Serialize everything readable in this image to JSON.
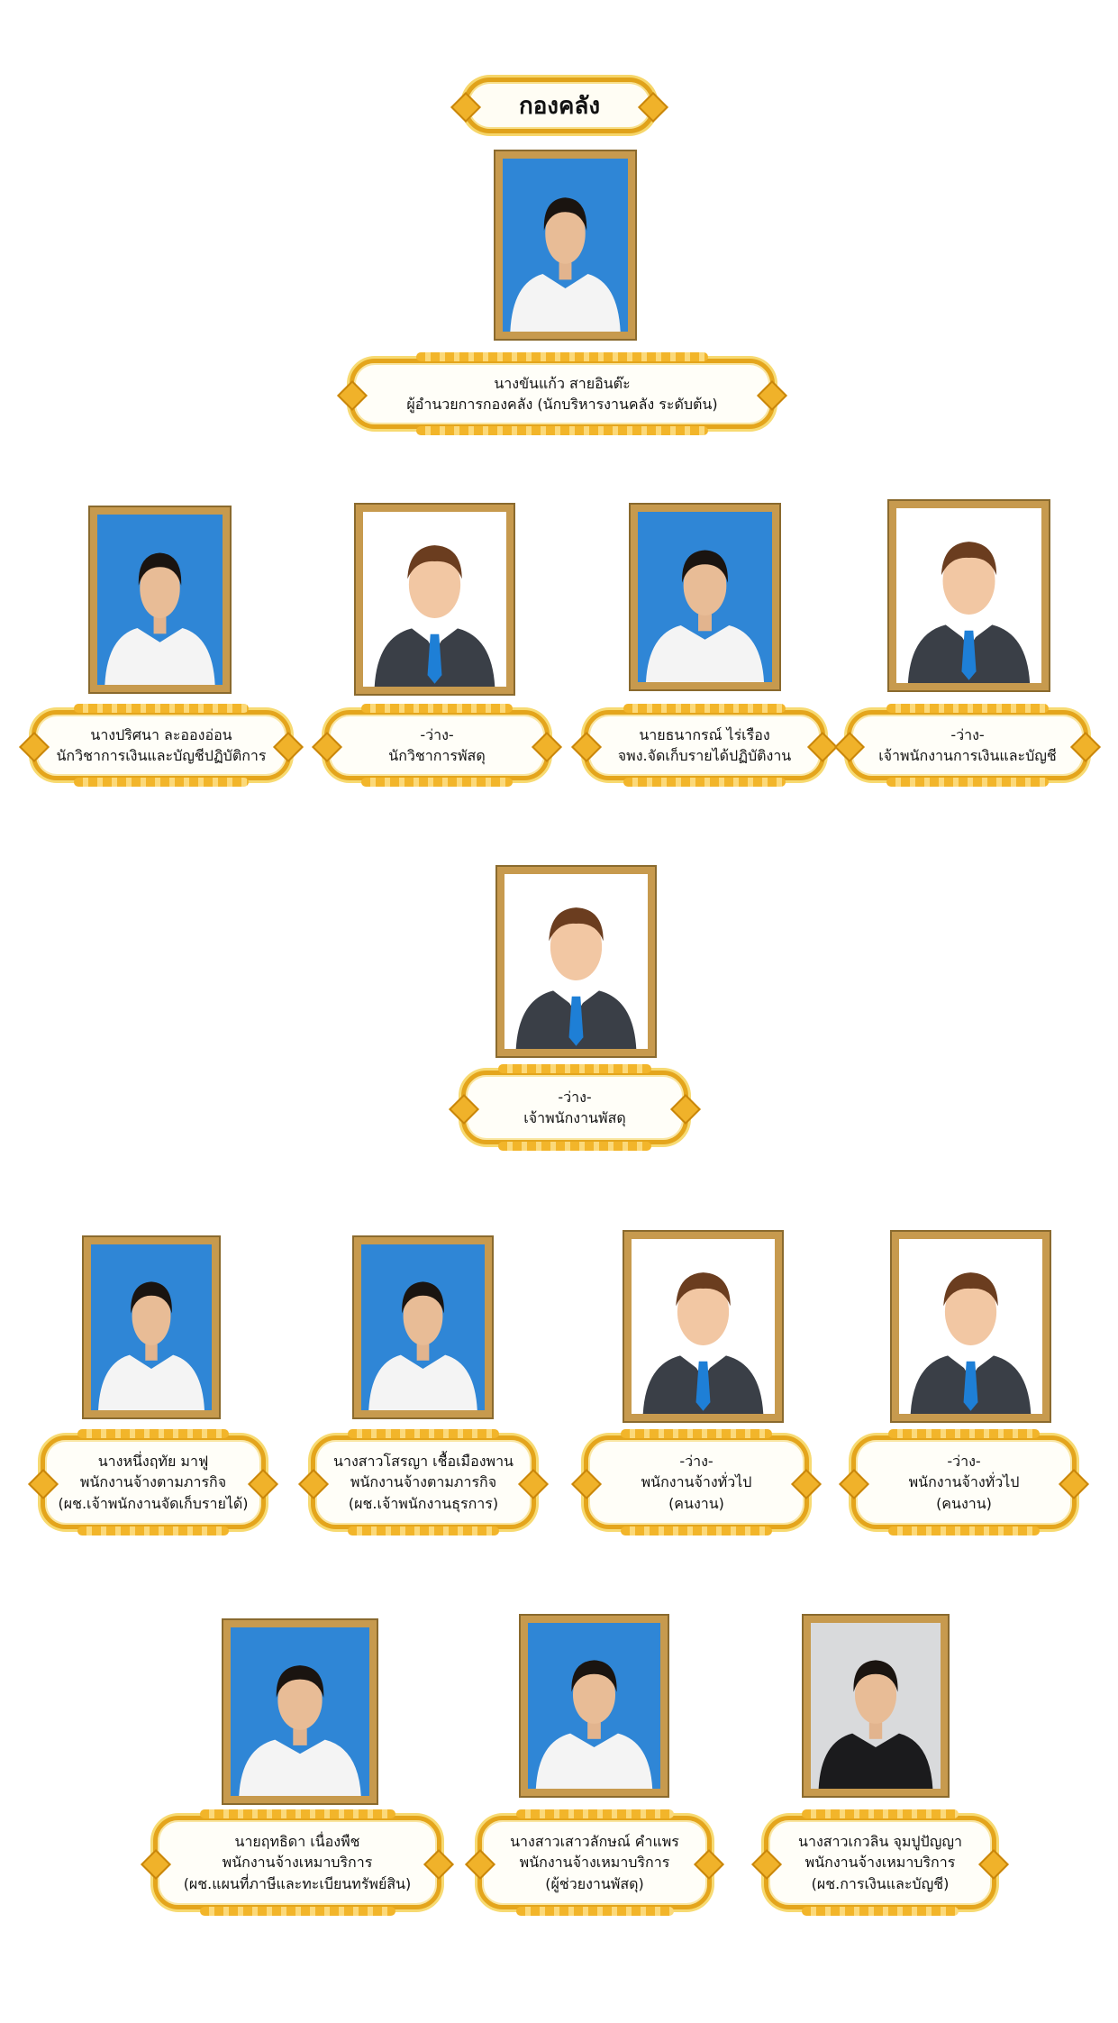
{
  "title": "กองคลัง",
  "people": [
    {
      "line1": "นางขันแก้ว  สายอินต๊ะ",
      "line2": "ผู้อำนวยการกองคลัง (นักบริหารงานคลัง ระดับต้น)",
      "line3": "",
      "photo": "blue"
    },
    {
      "line1": "นางปริศนา  ละอองอ่อน",
      "line2": "นักวิชาการเงินและบัญชีปฏิบัติการ",
      "line3": "",
      "photo": "blue"
    },
    {
      "line1": "-ว่าง-",
      "line2": "นักวิชาการพัสดุ",
      "line3": "",
      "photo": "placeholder"
    },
    {
      "line1": "นายธนากรณ์  ไร่เรือง",
      "line2": "จพง.จัดเก็บรายได้ปฏิบัติงาน",
      "line3": "",
      "photo": "blue"
    },
    {
      "line1": "-ว่าง-",
      "line2": "เจ้าพนักงานการเงินและบัญชี",
      "line3": "",
      "photo": "placeholder"
    },
    {
      "line1": "-ว่าง-",
      "line2": "เจ้าพนักงานพัสดุ",
      "line3": "",
      "photo": "placeholder"
    },
    {
      "line1": "นางหนึ่งฤทัย  มาฟู",
      "line2": "พนักงานจ้างตามภารกิจ",
      "line3": "(ผช.เจ้าพนักงานจัดเก็บรายได้)",
      "photo": "blue"
    },
    {
      "line1": "นางสาวโสรญา  เชื้อเมืองพาน",
      "line2": "พนักงานจ้างตามภารกิจ",
      "line3": "(ผช.เจ้าพนักงานธุรการ)",
      "photo": "blue"
    },
    {
      "line1": "-ว่าง-",
      "line2": "พนักงานจ้างทั่วไป",
      "line3": "(คนงาน)",
      "photo": "placeholder"
    },
    {
      "line1": "-ว่าง-",
      "line2": "พนักงานจ้างทั่วไป",
      "line3": "(คนงาน)",
      "photo": "placeholder"
    },
    {
      "line1": "นายฤทธิดา  เนื่องพืช",
      "line2": "พนักงานจ้างเหมาบริการ",
      "line3": "(ผช.แผนที่ภาษีและทะเบียนทรัพย์สิน)",
      "photo": "blue"
    },
    {
      "line1": "นางสาวเสาวลักษณ์  คำแพร",
      "line2": "พนักงานจ้างเหมาบริการ",
      "line3": "(ผู้ช่วยงานพัสดุ)",
      "photo": "blue"
    },
    {
      "line1": "นางสาวเกวลิน  จุมปูปัญญา",
      "line2": "พนักงานจ้างเหมาบริการ",
      "line3": "(ผช.การเงินและบัญชี)",
      "photo": "grey"
    }
  ]
}
